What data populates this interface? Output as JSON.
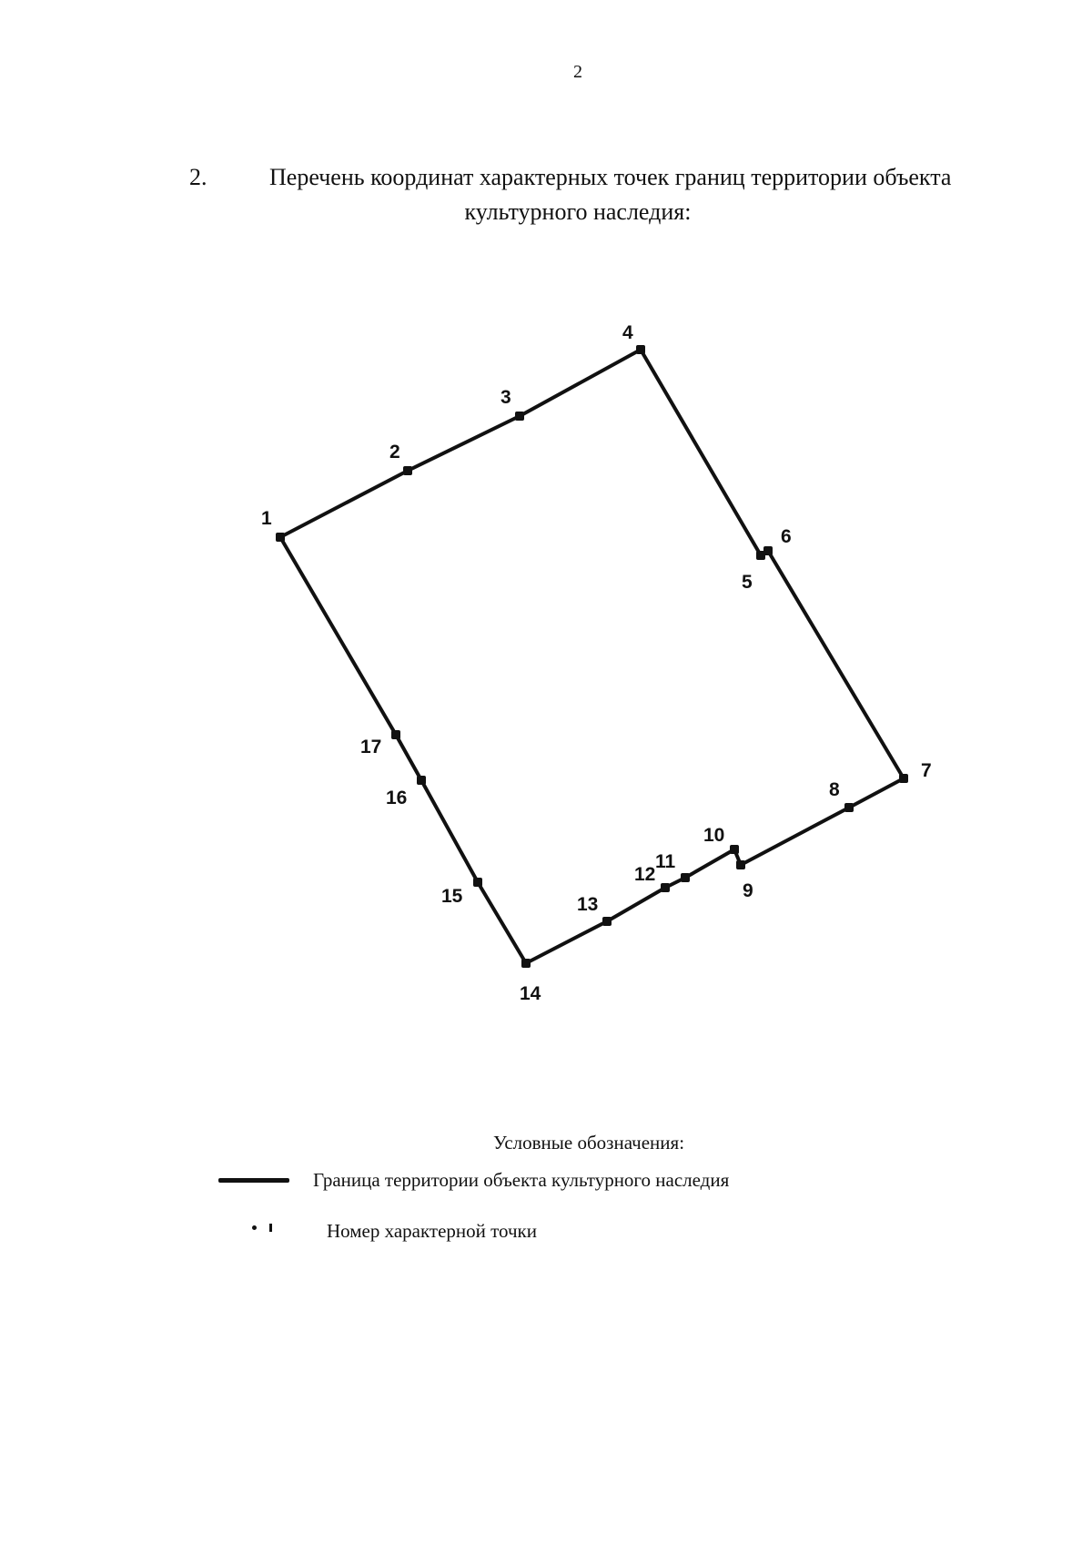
{
  "page_number": "2",
  "heading": {
    "number": "2.",
    "line1": "Перечень координат характерных точек границ территории объекта",
    "line2": "культурного наследия:"
  },
  "diagram": {
    "points": [
      "1",
      "2",
      "3",
      "4",
      "5",
      "6",
      "7",
      "8",
      "9",
      "10",
      "11",
      "12",
      "13",
      "14",
      "15",
      "16",
      "17"
    ]
  },
  "legend": {
    "title": "Условные обозначения:",
    "boundary_label": "Граница территории объекта культурного наследия",
    "point_label": "Номер характерной точки"
  }
}
